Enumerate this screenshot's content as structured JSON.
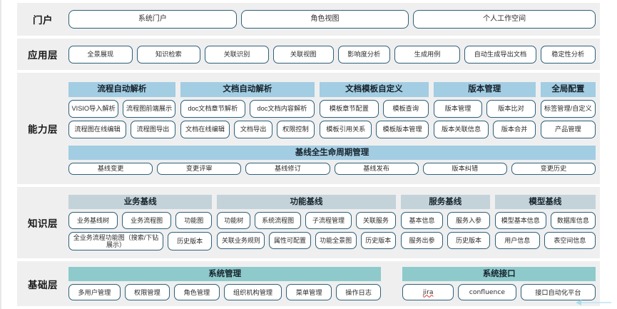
{
  "theme": {
    "band_bg": "#efeff0",
    "pill_border": "#2e5f78",
    "header_blue": "#a3cde2",
    "header_gray_blue": "#c4d3d9",
    "header_teal": "#8ecacb",
    "arrow_color": "#aadcec"
  },
  "layers": [
    {
      "id": "portal",
      "label": "门户",
      "rows": [
        {
          "items": [
            "系统门户",
            "角色视图",
            "个人工作空间"
          ]
        }
      ]
    },
    {
      "id": "application",
      "label": "应用层",
      "rows": [
        {
          "items": [
            "全景展现",
            "知识检索",
            "关联识别",
            "关联视图",
            "影响度分析",
            "生成用例",
            "自动生成导出文档",
            "稳定性分析"
          ]
        }
      ]
    },
    {
      "id": "capability",
      "label": "能力层",
      "groups": [
        {
          "title": "流程自动解析",
          "header_style": "blue",
          "rows": [
            [
              "VISIO导入解析",
              "流程图前端展示"
            ],
            [
              "流程图在线编辑",
              "流程图导出"
            ]
          ]
        },
        {
          "title": "文档自动解析",
          "header_style": "blue",
          "rows": [
            [
              "doc文档章节解析",
              "doc文档内容解析"
            ],
            [
              "文档在线编辑",
              "文档导出",
              "权限控制"
            ]
          ]
        },
        {
          "title": "文档模板自定义",
          "header_style": "blue",
          "rows": [
            [
              "模板章节配置",
              "模板查询"
            ],
            [
              "模板引用关系",
              "模板版本管理"
            ]
          ]
        },
        {
          "title": "版本管理",
          "header_style": "blue",
          "rows": [
            [
              "版本管理",
              "版本比对"
            ],
            [
              "版本关联信息",
              "版本合并"
            ]
          ]
        },
        {
          "title": "全局配置",
          "header_style": "blue",
          "rows": [
            [
              "标签管理/自定义"
            ],
            [
              "产品管理"
            ]
          ]
        }
      ],
      "fullband": {
        "title": "基线全生命周期管理",
        "header_style": "blue",
        "items": [
          "基线变更",
          "变更评审",
          "基线修订",
          "基线发布",
          "版本纠错",
          "变更历史"
        ]
      }
    },
    {
      "id": "knowledge",
      "label": "知识层",
      "groups": [
        {
          "title": "业务基线",
          "header_style": "gray",
          "rows": [
            [
              "业务基线树",
              "业务流程图",
              "功能图"
            ],
            [
              "全业务流程功能图（搜索/下钻展示）",
              "历史版本"
            ]
          ]
        },
        {
          "title": "功能基线",
          "header_style": "gray",
          "rows": [
            [
              "功能树",
              "系统流程图",
              "子流程管理",
              "关联服务"
            ],
            [
              "关联业务规则",
              "属性可配置",
              "功能全景图",
              "历史版本"
            ]
          ]
        },
        {
          "title": "服务基线",
          "header_style": "gray",
          "rows": [
            [
              "基本信息",
              "服务入参"
            ],
            [
              "服务出参",
              "历史版本"
            ]
          ]
        },
        {
          "title": "模型基线",
          "header_style": "gray",
          "rows": [
            [
              "模型基本信息",
              "数据库信息"
            ],
            [
              "用户信息",
              "表空间信息"
            ]
          ]
        }
      ]
    },
    {
      "id": "infrastructure",
      "label": "基础层",
      "groups": [
        {
          "title": "系统管理",
          "header_style": "teal",
          "rows": [
            [
              "多用户管理",
              "权限管理",
              "角色管理",
              "组织机构管理",
              "菜单管理",
              "操作日志"
            ]
          ]
        },
        {
          "title": "系统接口",
          "header_style": "teal",
          "rows": [
            [
              "jira",
              "confluence",
              "接口自动化平台"
            ]
          ]
        }
      ]
    }
  ]
}
